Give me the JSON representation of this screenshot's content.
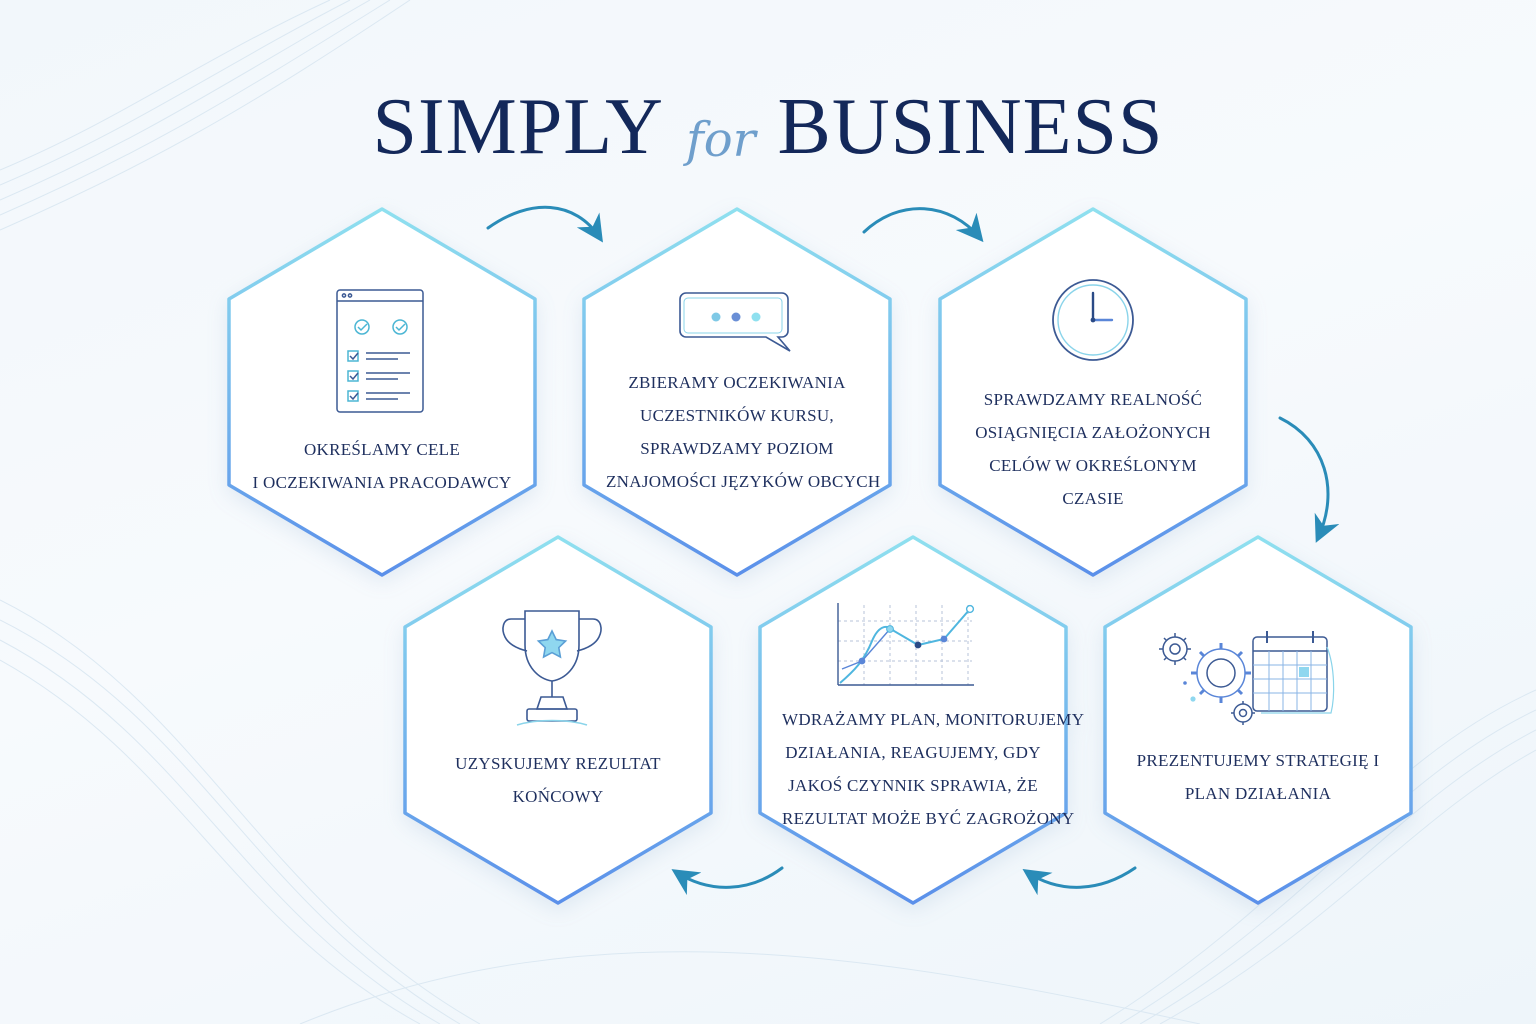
{
  "header": {
    "title_left": "SIMPLY",
    "title_mid": "for",
    "title_right": "BUSINESS"
  },
  "colors": {
    "navy": "#13285a",
    "accent_blue": "#6f9fcc",
    "hex_border_top": "#8fe0ef",
    "hex_border_bottom": "#5b90ea",
    "arrow": "#2a8cb8"
  },
  "steps": [
    {
      "icon": "checklist-document-icon",
      "lines": [
        "Określamy cele",
        "i oczekiwania pracodawcy"
      ]
    },
    {
      "icon": "chat-bubble-icon",
      "lines": [
        "Zbieramy oczekiwania",
        "uczestników kursu,",
        "sprawdzamy poziom",
        "znajomości języków obcych"
      ]
    },
    {
      "icon": "clock-icon",
      "lines": [
        "Sprawdzamy realność",
        "osiągnięcia założonych",
        "celów w określonym",
        "czasie"
      ]
    },
    {
      "icon": "gears-calendar-icon",
      "lines": [
        "Prezentujemy strategię i",
        "plan działania"
      ]
    },
    {
      "icon": "line-chart-icon",
      "lines": [
        "Wdrażamy plan, monitorujemy",
        "działania, reagujemy, gdy",
        "jakoś czynnik sprawia, że",
        "rezultat może być zagrożony"
      ]
    },
    {
      "icon": "trophy-icon",
      "lines": [
        "Uzyskujemy rezultat",
        "końcowy"
      ]
    }
  ]
}
